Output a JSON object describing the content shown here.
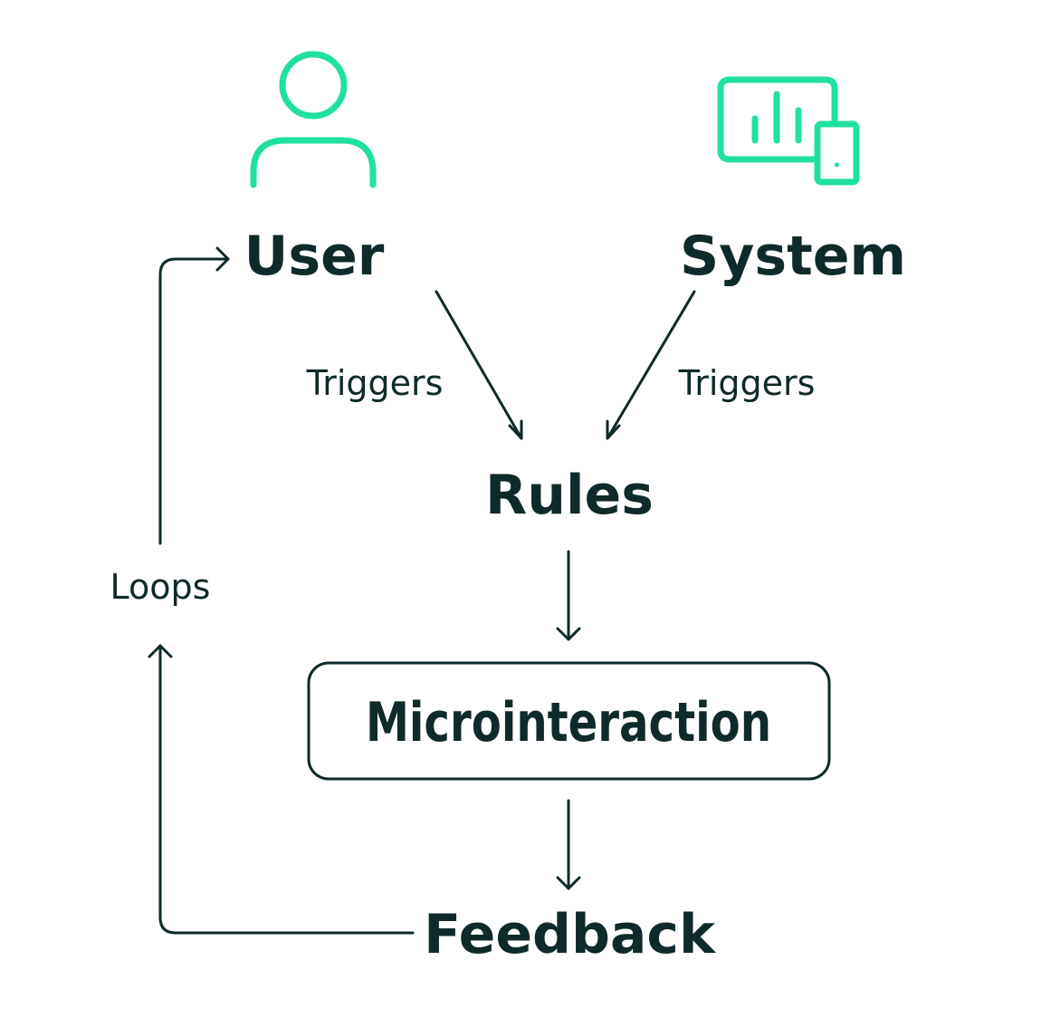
{
  "colors": {
    "accent": "#1fe0a0",
    "ink": "#0f2a2a",
    "background": "#ffffff"
  },
  "icons": {
    "user": "user-icon",
    "system": "devices-icon"
  },
  "nodes": {
    "user": "User",
    "system": "System",
    "rules": "Rules",
    "microinteraction": "Microinteraction",
    "feedback": "Feedback"
  },
  "edges": {
    "user_trigger": "Triggers",
    "system_trigger": "Triggers",
    "loop": "Loops"
  }
}
